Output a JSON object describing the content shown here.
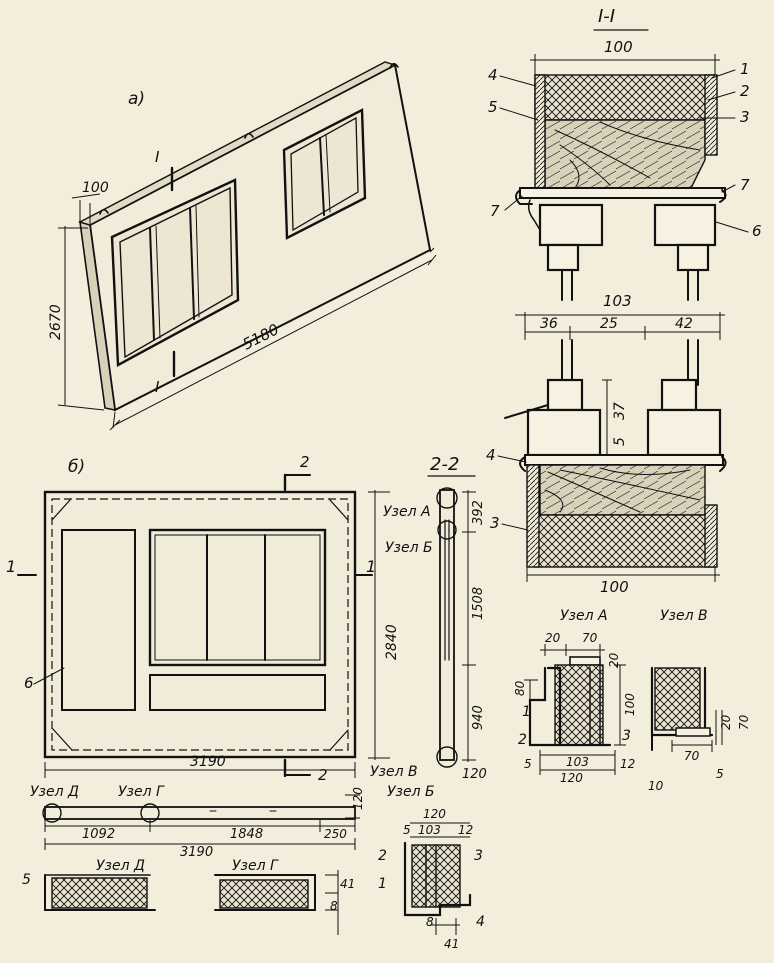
{
  "section_title": "I-I",
  "views": {
    "a": "а)",
    "b": "б)"
  },
  "section_marks": {
    "one": "I",
    "one_b": "I",
    "two": "2",
    "two_b": "2",
    "one_left": "1",
    "one_right": "1"
  },
  "section_2_2_title": "2-2",
  "nodes": {
    "A": "Узел А",
    "B": "Узел Б",
    "V": "Узел В",
    "G": "Узел Г",
    "D": "Узел Д"
  },
  "dims_view_a": {
    "thick": "100",
    "height": "2670",
    "length": "5180"
  },
  "dims_section_I_top": {
    "width": "100"
  },
  "dims_section_I_bottom": {
    "total": "103",
    "d36": "36",
    "d25": "25",
    "d42": "42",
    "d37": "37",
    "d5": "5",
    "width": "100"
  },
  "dims_view_b": {
    "width": "3190",
    "height": "2840"
  },
  "dims_2_2": {
    "d392": "392",
    "d1508": "1508",
    "d940": "940",
    "d120": "120"
  },
  "dims_plan": {
    "d1092": "1092",
    "d1848": "1848",
    "d250": "250",
    "total": "3190",
    "d120": "120"
  },
  "dims_node_A": {
    "d20a": "20",
    "d70": "70",
    "d20b": "20",
    "d80": "80",
    "d100": "100",
    "d103": "103",
    "d120": "120",
    "d5": "5",
    "d12": "12"
  },
  "dims_node_V": {
    "d20": "20",
    "d70": "70",
    "d70b": "70",
    "d10": "10",
    "d5": "5"
  },
  "dims_node_B": {
    "d120": "120",
    "d5": "5",
    "d103": "103",
    "d12": "12",
    "d8": "8",
    "d41": "41"
  },
  "dims_node_G": {
    "d41": "41",
    "d8": "8"
  },
  "callouts": {
    "c1": "1",
    "c2": "2",
    "c3": "3",
    "c4": "4",
    "c5": "5",
    "c6": "6",
    "c7": "7"
  }
}
